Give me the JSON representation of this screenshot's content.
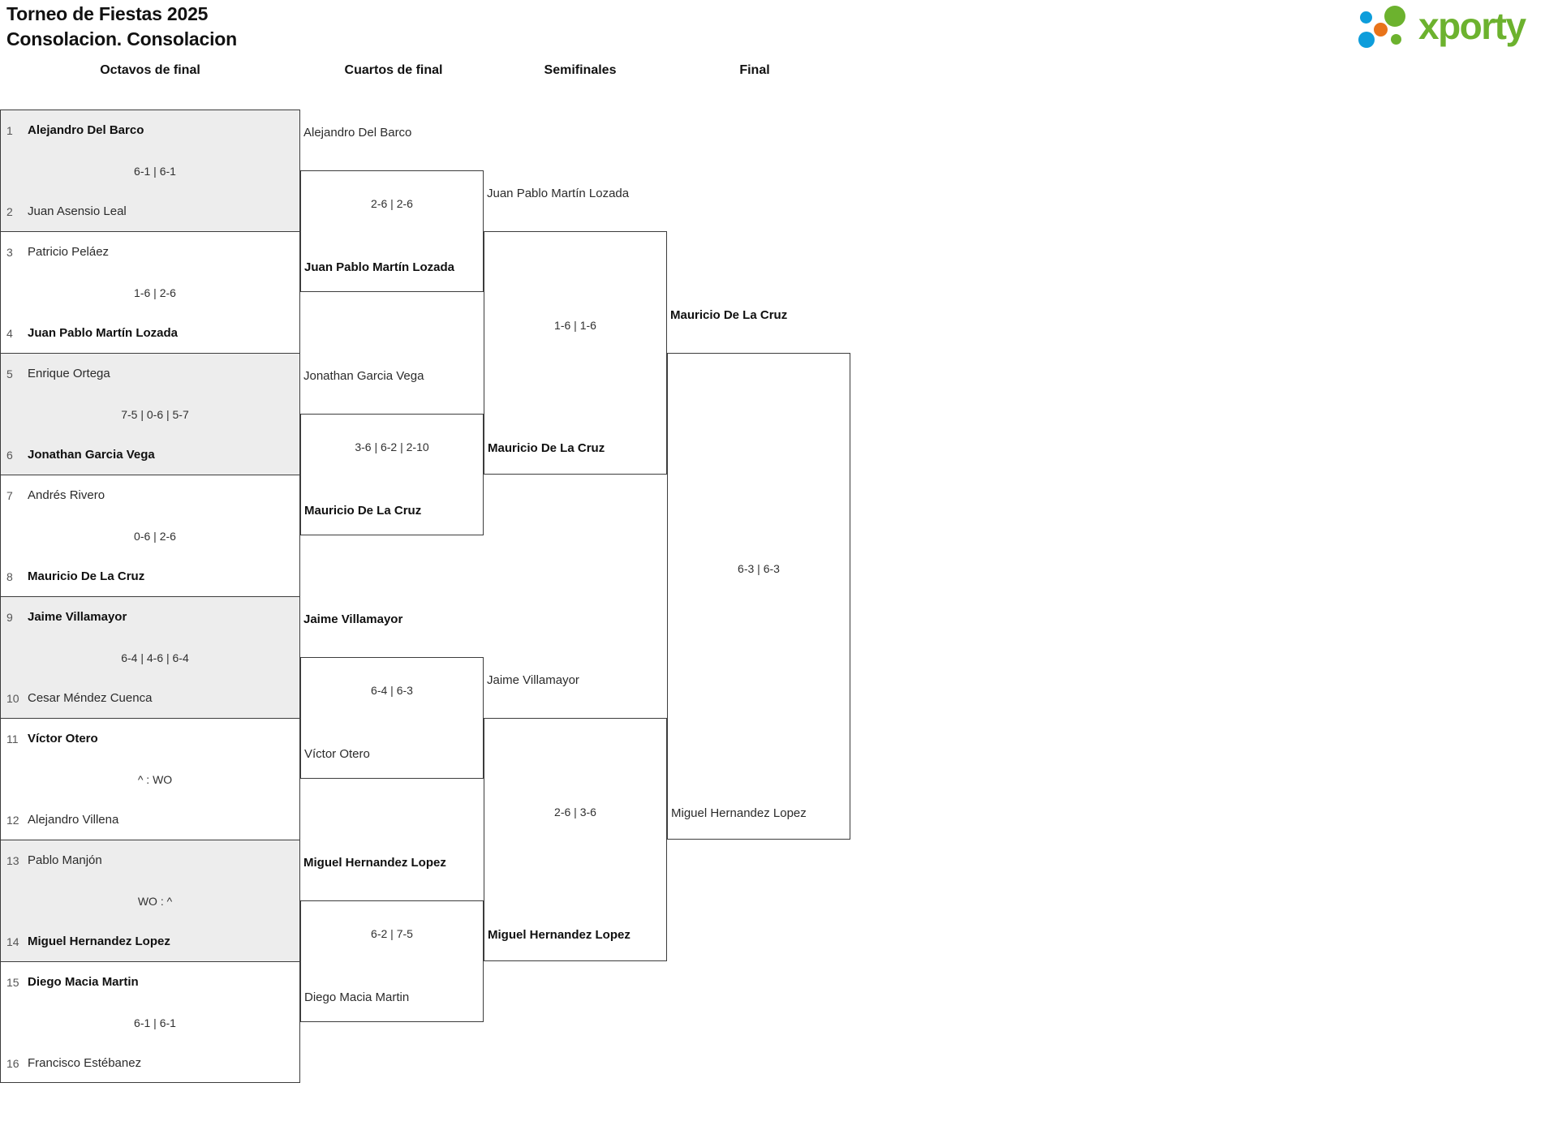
{
  "header": {
    "title": "Torneo de Fiestas 2025\nConsolacion. Consolacion",
    "logo_text": "xporty",
    "logo_colors": {
      "green": "#6cb22e",
      "blue": "#0d9ddb",
      "orange": "#e8731a"
    }
  },
  "rounds": [
    {
      "label": "Octavos de final"
    },
    {
      "label": "Cuartos de final"
    },
    {
      "label": "Semifinales"
    },
    {
      "label": "Final"
    }
  ],
  "round1": {
    "matches": [
      {
        "seed_top": "1",
        "player_top": "Alejandro Del Barco",
        "seed_bottom": "2",
        "player_bottom": "Juan Asensio Leal",
        "score": "6-1 | 6-1",
        "winner": "top"
      },
      {
        "seed_top": "3",
        "player_top": "Patricio Peláez",
        "seed_bottom": "4",
        "player_bottom": "Juan Pablo Martín Lozada",
        "score": "1-6 | 2-6",
        "winner": "bottom"
      },
      {
        "seed_top": "5",
        "player_top": "Enrique Ortega",
        "seed_bottom": "6",
        "player_bottom": "Jonathan Garcia Vega",
        "score": "7-5 | 0-6 | 5-7",
        "winner": "bottom"
      },
      {
        "seed_top": "7",
        "player_top": "Andrés Rivero",
        "seed_bottom": "8",
        "player_bottom": "Mauricio De La Cruz",
        "score": "0-6 | 2-6",
        "winner": "bottom"
      },
      {
        "seed_top": "9",
        "player_top": "Jaime Villamayor",
        "seed_bottom": "10",
        "player_bottom": "Cesar Méndez Cuenca",
        "score": "6-4 | 4-6 | 6-4",
        "winner": "top"
      },
      {
        "seed_top": "11",
        "player_top": "Víctor Otero",
        "seed_bottom": "12",
        "player_bottom": "Alejandro Villena",
        "score": "^ : WO",
        "winner": "top"
      },
      {
        "seed_top": "13",
        "player_top": "Pablo Manjón",
        "seed_bottom": "14",
        "player_bottom": "Miguel Hernandez Lopez",
        "score": "WO : ^",
        "winner": "bottom"
      },
      {
        "seed_top": "15",
        "player_top": "Diego Macia Martin",
        "seed_bottom": "16",
        "player_bottom": "Francisco Estébanez",
        "score": "6-1 | 6-1",
        "winner": "top"
      }
    ]
  },
  "round2": {
    "matches": [
      {
        "entrant_top": "Alejandro Del Barco",
        "entrant_bottom": "Juan Pablo Martín Lozada",
        "score": "2-6 | 2-6",
        "winner": "bottom"
      },
      {
        "entrant_top": "Jonathan Garcia Vega",
        "entrant_bottom": "Mauricio De La Cruz",
        "score": "3-6 | 6-2 | 2-10",
        "winner": "bottom"
      },
      {
        "entrant_top": "Jaime Villamayor",
        "entrant_bottom": "Víctor Otero",
        "score": "6-4 | 6-3",
        "winner": "top"
      },
      {
        "entrant_top": "Miguel Hernandez Lopez",
        "entrant_bottom": "Diego Macia Martin",
        "score": "6-2 | 7-5",
        "winner": "top"
      }
    ]
  },
  "round3": {
    "matches": [
      {
        "entrant_top": "Juan Pablo Martín Lozada",
        "entrant_bottom": "Mauricio De La Cruz",
        "score": "1-6 | 1-6",
        "winner": "bottom"
      },
      {
        "entrant_top": "Jaime Villamayor",
        "entrant_bottom": "Miguel Hernandez Lopez",
        "score": "2-6 | 3-6",
        "winner": "bottom"
      }
    ]
  },
  "round4": {
    "matches": [
      {
        "entrant_top": "Mauricio De La Cruz",
        "entrant_bottom": "Miguel Hernandez Lopez",
        "score": "6-3 | 6-3",
        "winner": "top"
      }
    ]
  }
}
